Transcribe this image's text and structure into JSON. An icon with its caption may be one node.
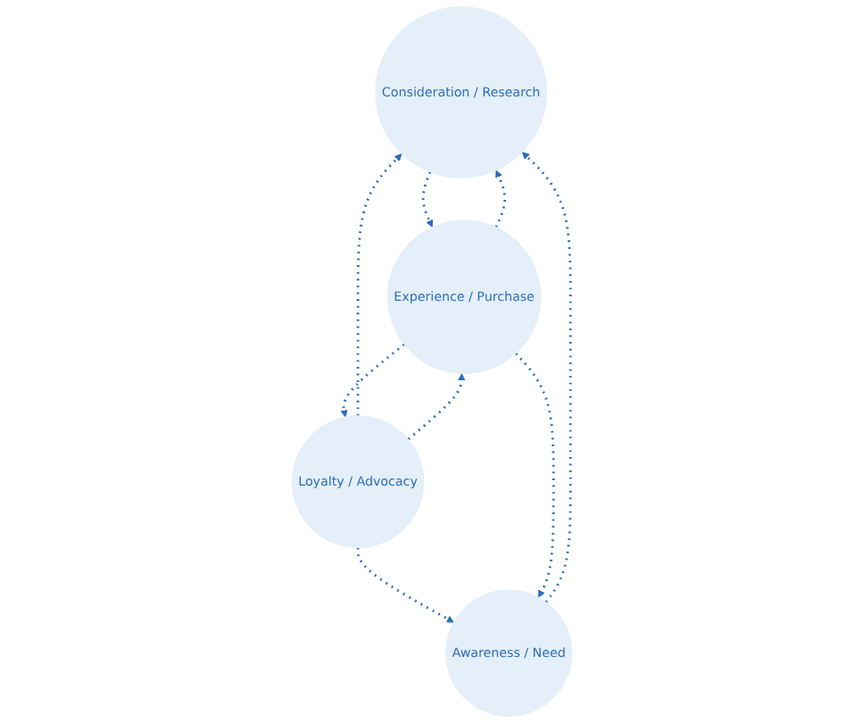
{
  "diagram": {
    "nodes": [
      {
        "text": [
          "Consideration / Research"
        ]
      },
      {
        "text": [
          "Awareness / Need"
        ]
      },
      {
        "text": [
          "Experience / Purchase"
        ]
      },
      {
        "text": [
          "Loyalty / Advocacy"
        ]
      }
    ],
    "edges": [
      {
        "from": 1,
        "to": 0,
        "arrow": "to",
        "style": "dashed"
      },
      {
        "from": 0,
        "to": 2,
        "arrow": "to",
        "style": "dashed"
      },
      {
        "from": 2,
        "to": 3,
        "arrow": "to",
        "style": "dashed"
      },
      {
        "from": 3,
        "to": 1,
        "arrow": "to",
        "style": "dashed"
      },
      {
        "from": 2,
        "to": 1,
        "arrow": "to",
        "style": "dashed"
      },
      {
        "from": 3,
        "to": 0,
        "arrow": "to",
        "style": "dashed"
      },
      {
        "from": 2,
        "to": 0,
        "arrow": "to",
        "style": "dashed"
      },
      {
        "from": 3,
        "to": 2,
        "arrow": "to",
        "style": "dashed"
      }
    ]
  }
}
